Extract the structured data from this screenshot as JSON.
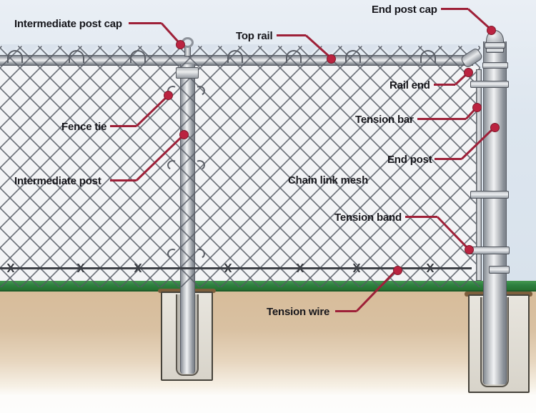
{
  "labels": {
    "intermediate_post_cap": "Intermediate post cap",
    "top_rail": "Top rail",
    "end_post_cap": "End post cap",
    "rail_end": "Rail end",
    "fence_tie": "Fence tie",
    "tension_bar": "Tension bar",
    "intermediate_post": "Intermediate post",
    "end_post": "End post",
    "chain_link_mesh": "Chain link mesh",
    "tension_band": "Tension band",
    "tension_wire": "Tension wire"
  },
  "colors": {
    "leader_line": "#9e2038",
    "callout_dot": "#bb2340",
    "label_text": "#17171c",
    "sky": "#dce5ee",
    "mesh_backdrop": "#f3f4f6",
    "mesh_wire": "#555a64",
    "metal_highlight": "#f1f2f4",
    "metal_shadow": "#7c828a",
    "grass": "#2e8040",
    "ground": "#d7bc9a",
    "concrete_footing": "#e0ddd4"
  }
}
